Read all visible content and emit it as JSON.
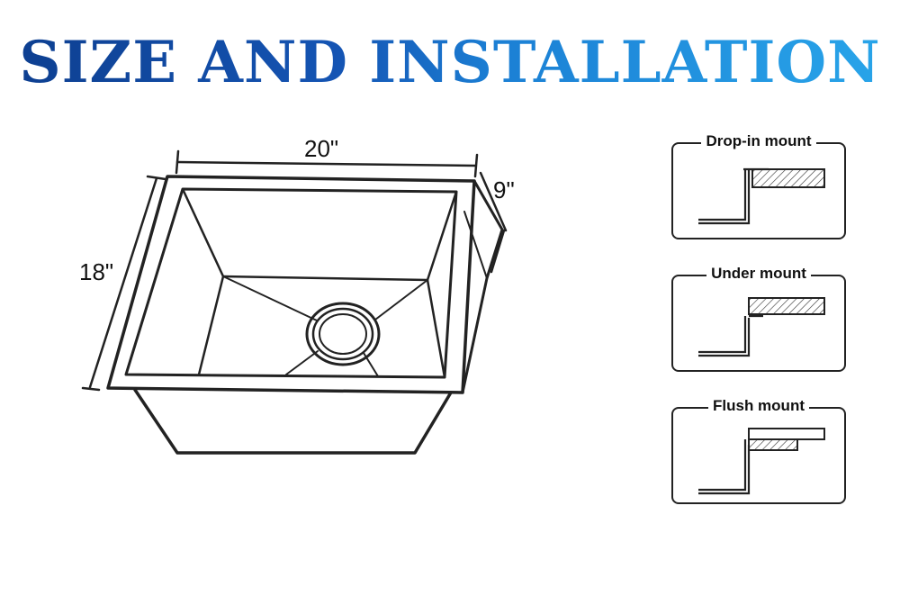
{
  "title": "SIZE AND INSTALLATION",
  "dimensions": {
    "width": "20\"",
    "length": "18\"",
    "depth": "9\""
  },
  "mounts": [
    {
      "label": "Drop-in mount"
    },
    {
      "label": "Under mount"
    },
    {
      "label": "Flush mount"
    }
  ],
  "colors": {
    "title_start": "#0d3e8f",
    "title_end": "#29a6ea",
    "line": "#222222"
  }
}
